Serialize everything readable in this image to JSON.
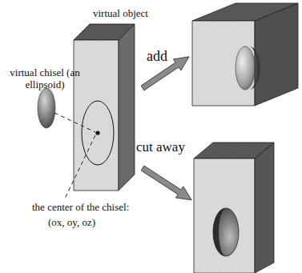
{
  "diagram": {
    "labels": [
      "virtual object",
      "virtual chisel (an ellipsoid)",
      "add",
      "cut away",
      "the center of the chisel:",
      "(ox, oy, oz)"
    ]
  }
}
